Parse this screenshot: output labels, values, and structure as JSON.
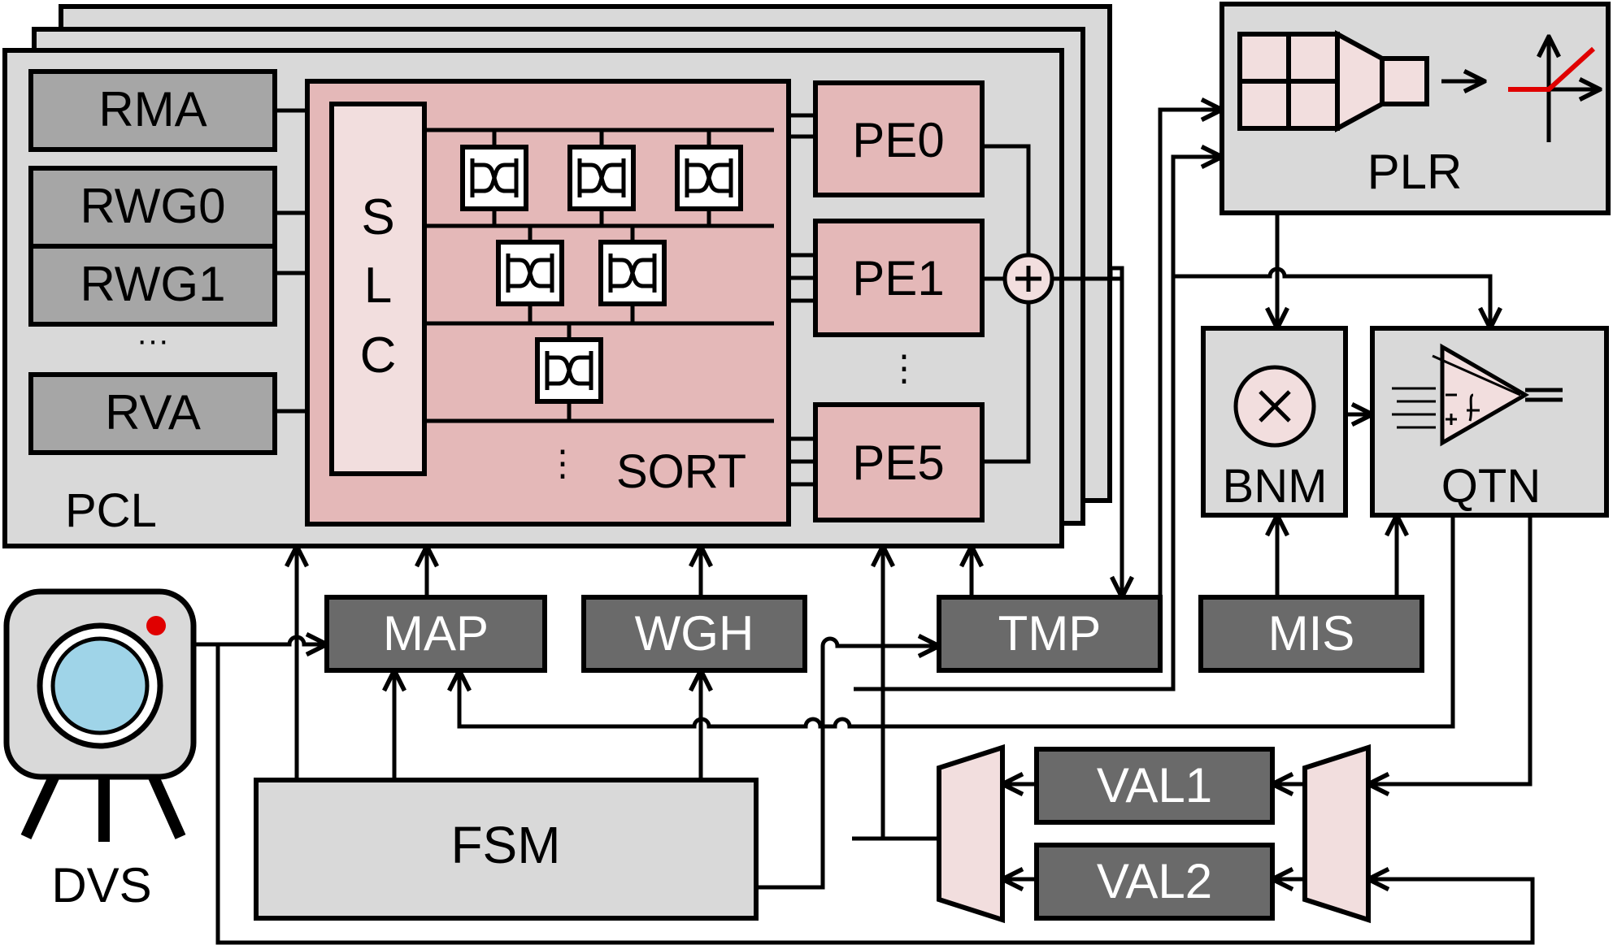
{
  "blocks": {
    "rma": "RMA",
    "rwg0": "RWG0",
    "rwg1": "RWG1",
    "rwg_dots": "···",
    "rva": "RVA",
    "pcl": "PCL",
    "slc_s": "S",
    "slc_l": "L",
    "slc_c": "C",
    "sort": "SORT",
    "pe0": "PE0",
    "pe1": "PE1",
    "pe5": "PE5",
    "plr": "PLR",
    "bnm": "BNM",
    "qtn": "QTN",
    "map": "MAP",
    "wgh": "WGH",
    "tmp": "TMP",
    "mis": "MIS",
    "val1": "VAL1",
    "val2": "VAL2",
    "fsm": "FSM",
    "dvs": "DVS"
  },
  "colors": {
    "light_gray": "#d9d9d9",
    "mid_gray": "#a6a6a6",
    "dark_gray": "#6a6a6a",
    "pink": "#e4b8b8",
    "light_pink": "#f2dede",
    "red": "#e00000",
    "lens_blue": "#9fd4e8"
  }
}
